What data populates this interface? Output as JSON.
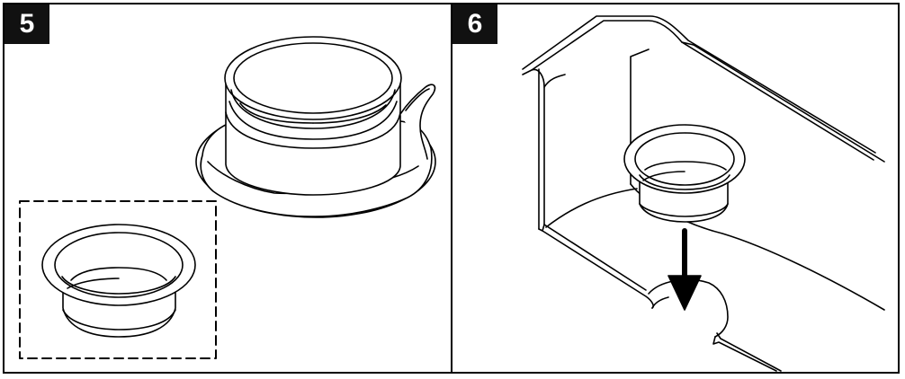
{
  "steps": [
    {
      "number": "5"
    },
    {
      "number": "6"
    }
  ],
  "icons": {
    "step5_image": "flange-and-sealant-illustration",
    "step6_image": "sink-flange-insertion-illustration"
  }
}
